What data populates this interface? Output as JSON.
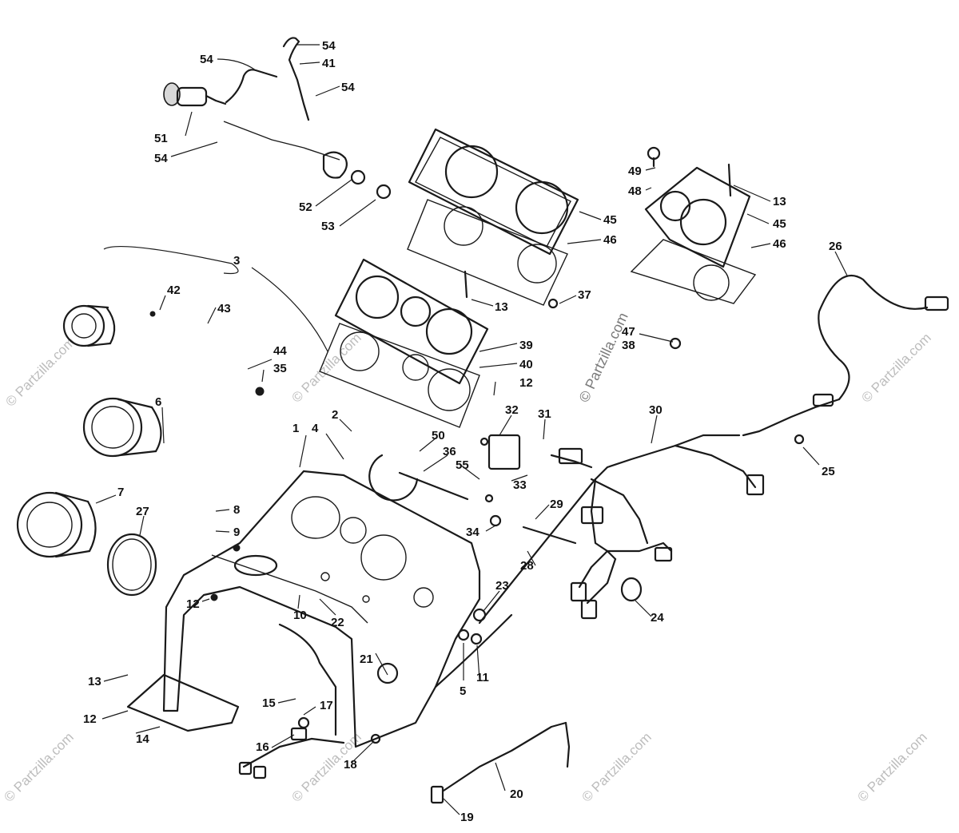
{
  "watermark_text": "© Partzilla.com",
  "callouts": [
    {
      "id": "c1",
      "label": "54"
    },
    {
      "id": "c2",
      "label": "54"
    },
    {
      "id": "c3",
      "label": "41"
    },
    {
      "id": "c4",
      "label": "54"
    },
    {
      "id": "c5",
      "label": "51"
    },
    {
      "id": "c6",
      "label": "54"
    },
    {
      "id": "c7",
      "label": "52"
    },
    {
      "id": "c8",
      "label": "53"
    },
    {
      "id": "c9",
      "label": "45"
    },
    {
      "id": "c10",
      "label": "46"
    },
    {
      "id": "c11",
      "label": "49"
    },
    {
      "id": "c12",
      "label": "48"
    },
    {
      "id": "c13",
      "label": "13"
    },
    {
      "id": "c14",
      "label": "45"
    },
    {
      "id": "c15",
      "label": "46"
    },
    {
      "id": "c16",
      "label": "26"
    },
    {
      "id": "c17",
      "label": "3"
    },
    {
      "id": "c18",
      "label": "42"
    },
    {
      "id": "c19",
      "label": "43"
    },
    {
      "id": "c20",
      "label": "13"
    },
    {
      "id": "c21",
      "label": "37"
    },
    {
      "id": "c22",
      "label": "47"
    },
    {
      "id": "c23",
      "label": "38"
    },
    {
      "id": "c24",
      "label": "44"
    },
    {
      "id": "c25",
      "label": "35"
    },
    {
      "id": "c26",
      "label": "39"
    },
    {
      "id": "c27",
      "label": "40"
    },
    {
      "id": "c28",
      "label": "12"
    },
    {
      "id": "c29",
      "label": "6"
    },
    {
      "id": "c30",
      "label": "2"
    },
    {
      "id": "c31",
      "label": "1"
    },
    {
      "id": "c32",
      "label": "4"
    },
    {
      "id": "c33",
      "label": "32"
    },
    {
      "id": "c34",
      "label": "31"
    },
    {
      "id": "c35",
      "label": "30"
    },
    {
      "id": "c36",
      "label": "50"
    },
    {
      "id": "c37",
      "label": "36"
    },
    {
      "id": "c38",
      "label": "55"
    },
    {
      "id": "c39",
      "label": "33"
    },
    {
      "id": "c40",
      "label": "25"
    },
    {
      "id": "c41",
      "label": "7"
    },
    {
      "id": "c42",
      "label": "27"
    },
    {
      "id": "c43",
      "label": "8"
    },
    {
      "id": "c44",
      "label": "9"
    },
    {
      "id": "c45",
      "label": "29"
    },
    {
      "id": "c46",
      "label": "34"
    },
    {
      "id": "c47",
      "label": "28"
    },
    {
      "id": "c48",
      "label": "12"
    },
    {
      "id": "c49",
      "label": "10"
    },
    {
      "id": "c50",
      "label": "22"
    },
    {
      "id": "c51",
      "label": "23"
    },
    {
      "id": "c52",
      "label": "24"
    },
    {
      "id": "c53",
      "label": "21"
    },
    {
      "id": "c54",
      "label": "5"
    },
    {
      "id": "c55",
      "label": "11"
    },
    {
      "id": "c56",
      "label": "13"
    },
    {
      "id": "c57",
      "label": "15"
    },
    {
      "id": "c58",
      "label": "17"
    },
    {
      "id": "c59",
      "label": "12"
    },
    {
      "id": "c60",
      "label": "14"
    },
    {
      "id": "c61",
      "label": "16"
    },
    {
      "id": "c62",
      "label": "18"
    },
    {
      "id": "c63",
      "label": "20"
    },
    {
      "id": "c64",
      "label": "19"
    }
  ]
}
